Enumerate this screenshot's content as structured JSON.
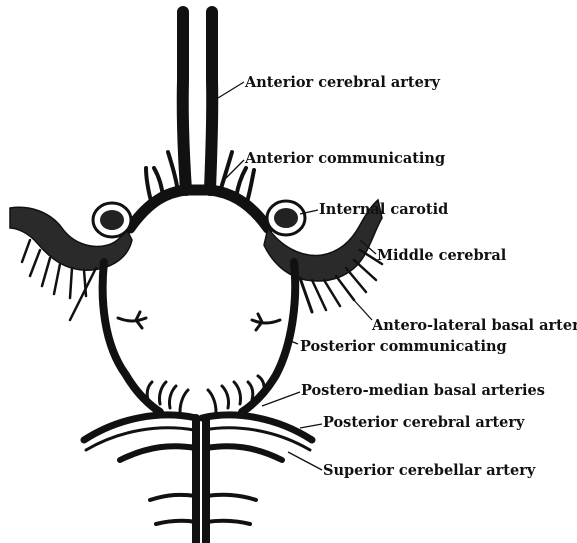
{
  "labels": {
    "anterior_cerebral": "Anterior cerebral artery",
    "anterior_communicating": "Anterior communicating",
    "internal_carotid": "Internal carotid",
    "middle_cerebral": "Middle cerebral",
    "antero_lateral": "Antero-lateral basal arteries",
    "posterior_communicating": "Posterior communicating",
    "postero_median": "Postero-median basal arteries",
    "posterior_cerebral": "Posterior cerebral artery",
    "superior_cerebellar": "Superior cerebellar artery"
  },
  "colors": {
    "ink": "#111111",
    "paper": "#ffffff"
  }
}
